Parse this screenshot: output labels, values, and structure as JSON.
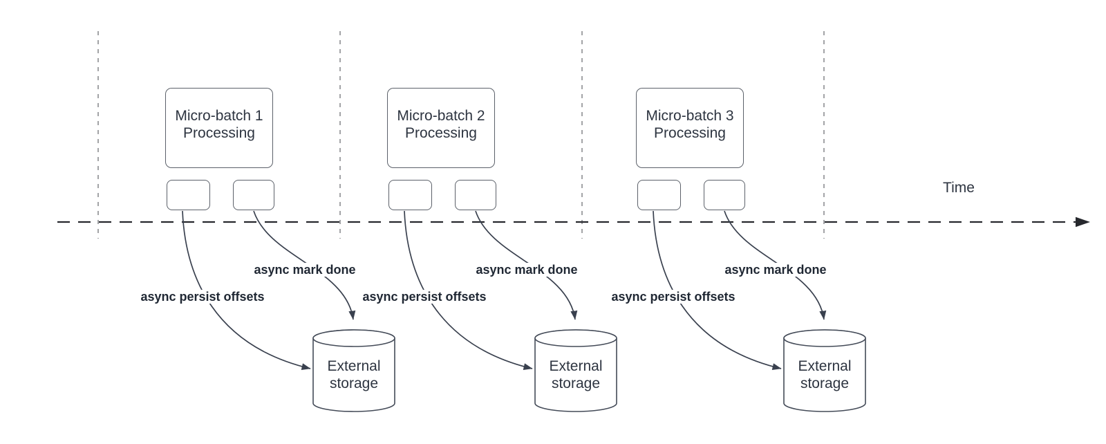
{
  "time_label": "Time",
  "colors": {
    "background": "#ffffff",
    "box_border": "#5b6069",
    "cylinder_stroke": "#434a57",
    "curve": "#39404e",
    "timeline": "#26282d",
    "guide": "#98999c",
    "text": "#2d3440",
    "label": "#1f2733"
  },
  "groups": [
    {
      "box_line1": "Micro-batch 1",
      "box_line2": "Processing",
      "persist_label": "async persist offsets",
      "done_label": "async mark done",
      "storage_line1": "External",
      "storage_line2": "storage"
    },
    {
      "box_line1": "Micro-batch 2",
      "box_line2": "Processing",
      "persist_label": "async persist offsets",
      "done_label": "async mark done",
      "storage_line1": "External",
      "storage_line2": "storage"
    },
    {
      "box_line1": "Micro-batch 3",
      "box_line2": "Processing",
      "persist_label": "async persist offsets",
      "done_label": "async mark done",
      "storage_line1": "External",
      "storage_line2": "storage"
    }
  ]
}
